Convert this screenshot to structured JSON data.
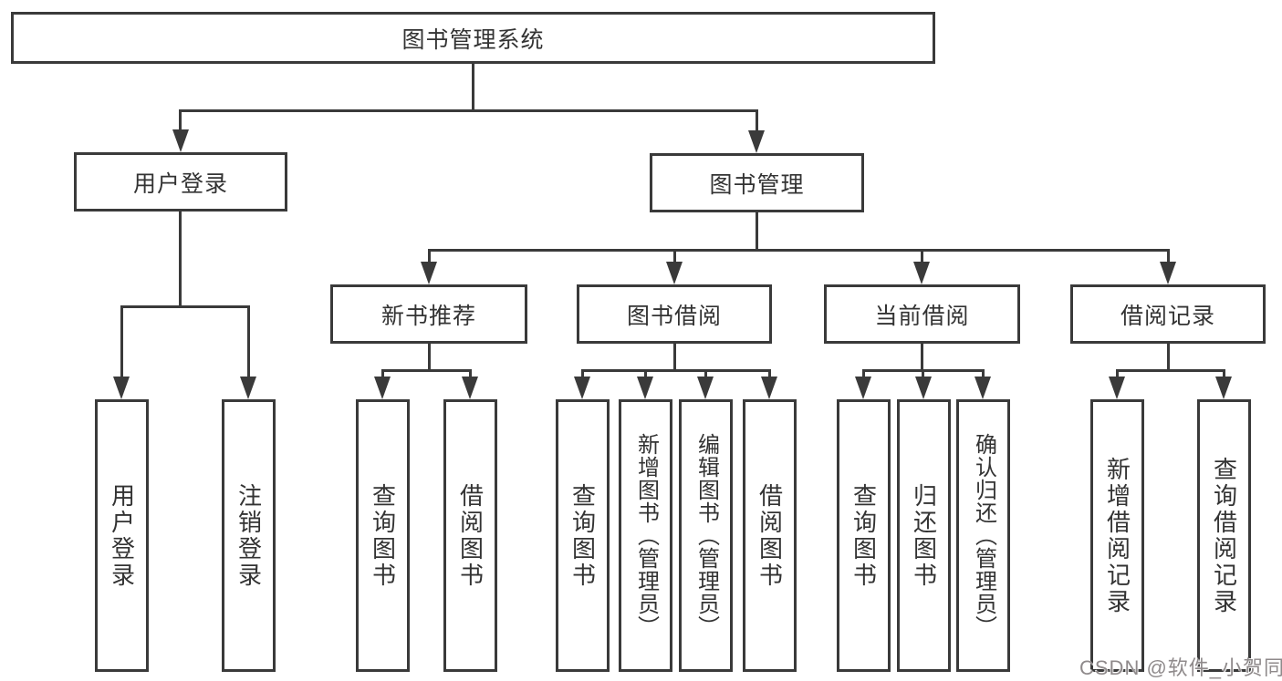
{
  "diagram": {
    "title": "图书管理系统",
    "nodes": {
      "user_login": "用户登录",
      "book_management": "图书管理",
      "new_book_recommend": "新书推荐",
      "book_borrow": "图书借阅",
      "current_borrow": "当前借阅",
      "borrow_records": "借阅记录"
    },
    "leaves": {
      "user_login": "用户登录",
      "logout": "注销登录",
      "nb_query": "查询图书",
      "nb_borrow": "借阅图书",
      "bb_query": "查询图书",
      "bb_add": "新增图书（管理员）",
      "bb_edit": "编辑图书（管理员）",
      "bb_borrow": "借阅图书",
      "cb_query": "查询图书",
      "cb_return": "归还图书",
      "cb_confirm": "确认归还（管理员）",
      "br_add": "新增借阅记录",
      "br_query": "查询借阅记录"
    },
    "watermark": "CSDN @软件_小贺同学",
    "colors": {
      "line": "#3a3a3a",
      "text": "#333333",
      "watermark": "#8f8a8b",
      "background": "#ffffff"
    }
  }
}
